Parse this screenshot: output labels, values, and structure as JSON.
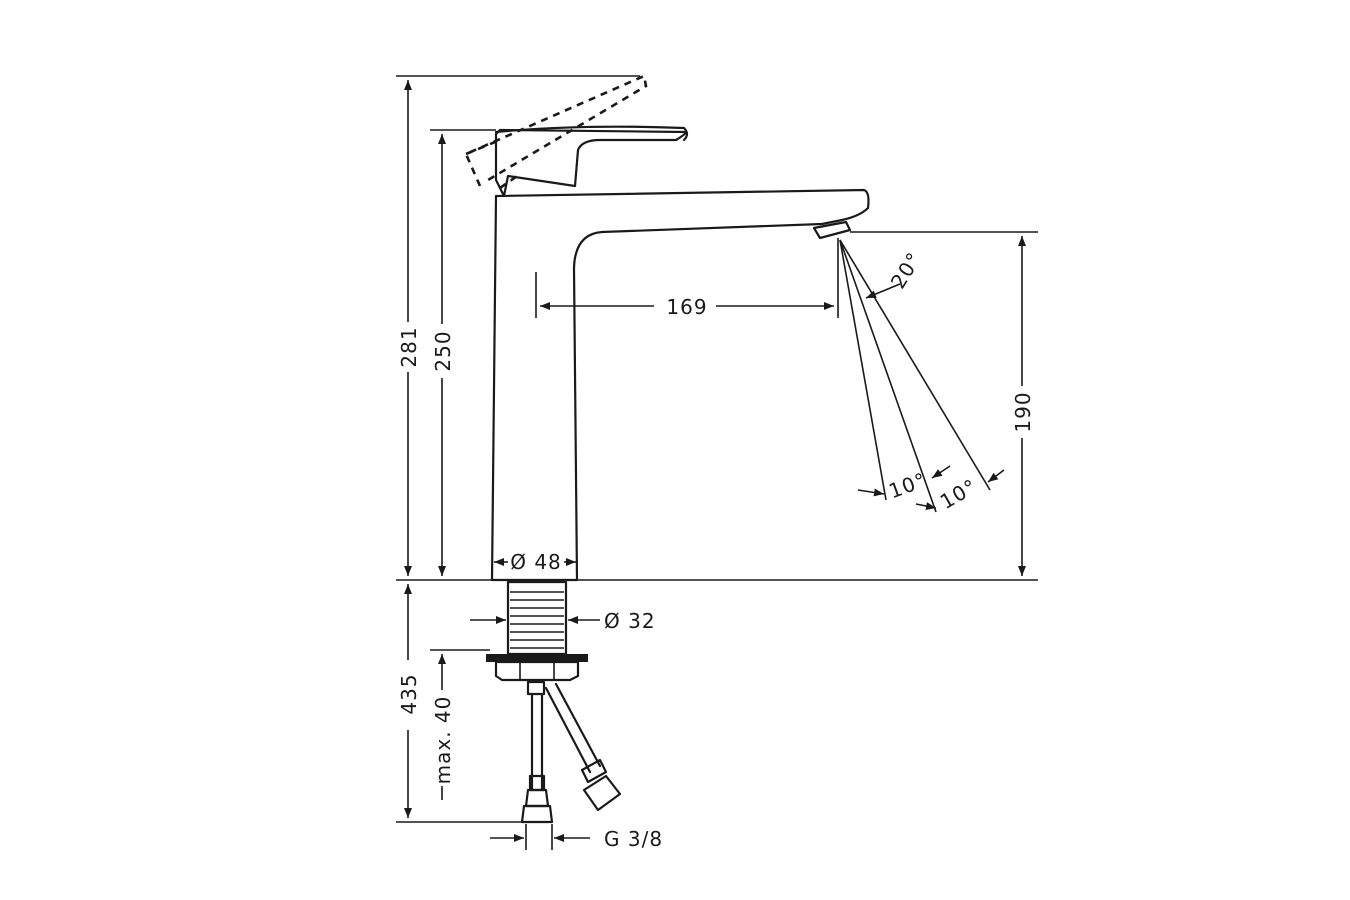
{
  "dimensions": {
    "total_height": "281",
    "lever_height": "250",
    "spout_reach": "169",
    "spout_clearance": "190",
    "spray_angle": "20°",
    "spray_tilt_1": "10°",
    "spray_tilt_2": "10°",
    "body_diameter": "Ø 48",
    "shank_diameter": "Ø 32",
    "installation_depth": "435",
    "max_deck_thickness": "max. 40",
    "connection_thread": "G 3/8"
  },
  "colors": {
    "line": "#1a1a1a",
    "background": "#ffffff"
  }
}
